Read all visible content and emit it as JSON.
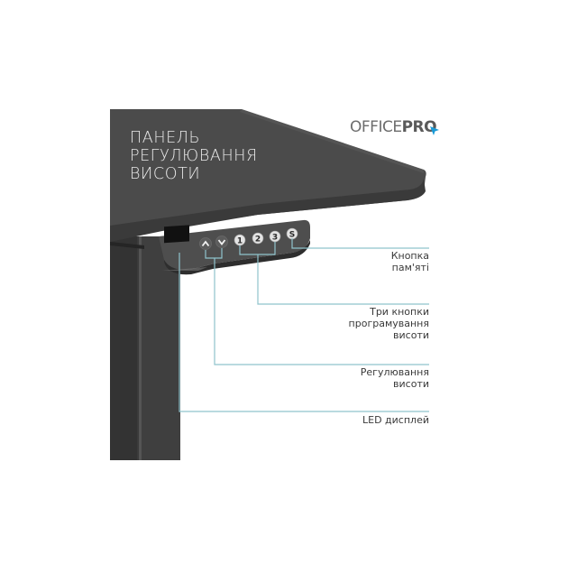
{
  "title": {
    "lines": [
      "ПАНЕЛЬ",
      "РЕГУЛЮВАННЯ",
      "ВИСОТИ"
    ]
  },
  "logo": {
    "light": "OFFICE",
    "bold": "PRO",
    "accent_color": "#1a9ad6"
  },
  "control_panel": {
    "buttons": [
      {
        "id": "up",
        "glyph": "^"
      },
      {
        "id": "down",
        "glyph": "v"
      },
      {
        "id": "preset-1",
        "label": "1"
      },
      {
        "id": "preset-2",
        "label": "2"
      },
      {
        "id": "preset-3",
        "label": "3"
      },
      {
        "id": "memory",
        "label": "S"
      }
    ]
  },
  "callouts": [
    {
      "id": "memory-button",
      "lines": [
        "Кнопка",
        "пам'яті"
      ]
    },
    {
      "id": "presets",
      "lines": [
        "Три кнопки",
        "програмування",
        "висоти"
      ]
    },
    {
      "id": "height-adjust",
      "lines": [
        "Регулювання",
        "висоти"
      ]
    },
    {
      "id": "led-display",
      "lines": [
        "LED дисплей"
      ]
    }
  ],
  "colors": {
    "desk": "#4a4a4a",
    "desk_edge": "#3a3a3a",
    "leg": "#3d3d3d",
    "leader_line": "#8fc3cc"
  }
}
